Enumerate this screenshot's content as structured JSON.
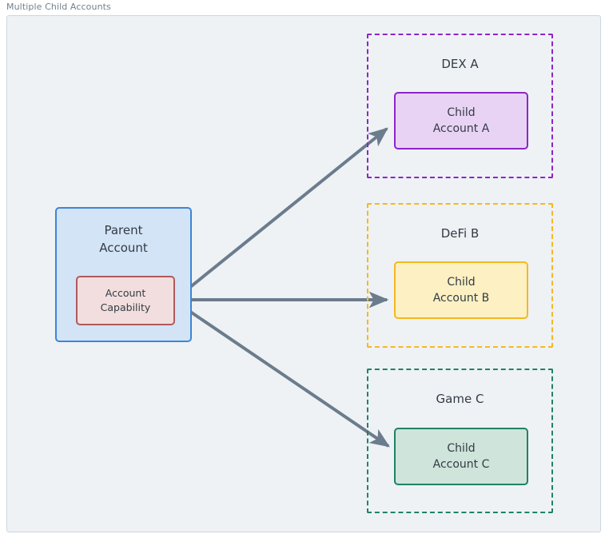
{
  "diagram": {
    "title": "Multiple Child Accounts",
    "background_color": "#eef2f5",
    "frame_border_color": "#ccd6e0",
    "title_color": "#72808f",
    "arrow_color": "#6b7c8c"
  },
  "parent": {
    "label_line1": "Parent",
    "label_line2": "Account",
    "fill": "#d4e4f7",
    "stroke": "#3d85d6",
    "capability": {
      "label_line1": "Account",
      "label_line2": "Capability",
      "fill": "#f2dede",
      "stroke": "#b05a5a"
    }
  },
  "groups": [
    {
      "name": "dex-a",
      "label": "DEX A",
      "border_color": "#8e24c9",
      "child": {
        "label_line1": "Child",
        "label_line2": "Account A",
        "fill": "#e8d3f5",
        "stroke": "#8e24c9"
      }
    },
    {
      "name": "defi-b",
      "label": "DeFi B",
      "border_color": "#f5b820",
      "child": {
        "label_line1": "Child",
        "label_line2": "Account B",
        "fill": "#fdf0c3",
        "stroke": "#f5b820"
      }
    },
    {
      "name": "game-c",
      "label": "Game C",
      "border_color": "#1f8268",
      "child": {
        "label_line1": "Child",
        "label_line2": "Account C",
        "fill": "#cfe4da",
        "stroke": "#1f8268"
      }
    }
  ],
  "connections": [
    {
      "name": "capability-to-child-a",
      "from": "account-capability",
      "to": "child-account-a"
    },
    {
      "name": "capability-to-child-b",
      "from": "account-capability",
      "to": "child-account-b"
    },
    {
      "name": "capability-to-child-c",
      "from": "account-capability",
      "to": "child-account-c"
    }
  ]
}
